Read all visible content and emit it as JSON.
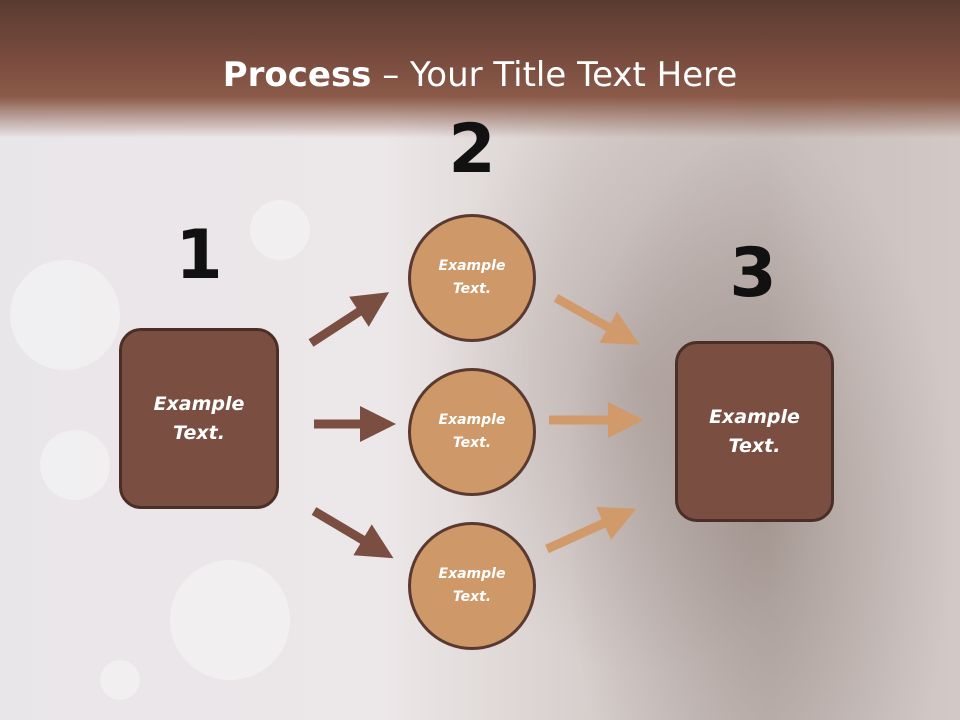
{
  "title": {
    "bold": "Process",
    "rest": " – Your Title Text Here"
  },
  "steps": {
    "one": "1",
    "two": "2",
    "three": "3"
  },
  "boxes": {
    "left": "Example\nText.",
    "right": "Example\nText."
  },
  "circles": {
    "top": "Example\nText.",
    "middle": "Example\nText.",
    "bottom": "Example\nText."
  },
  "colors": {
    "header": "#7a4d3f",
    "box": "#7a4f42",
    "circle": "#cf9868",
    "arrow_dark": "#7a4f42",
    "arrow_light": "#d19a6b"
  }
}
